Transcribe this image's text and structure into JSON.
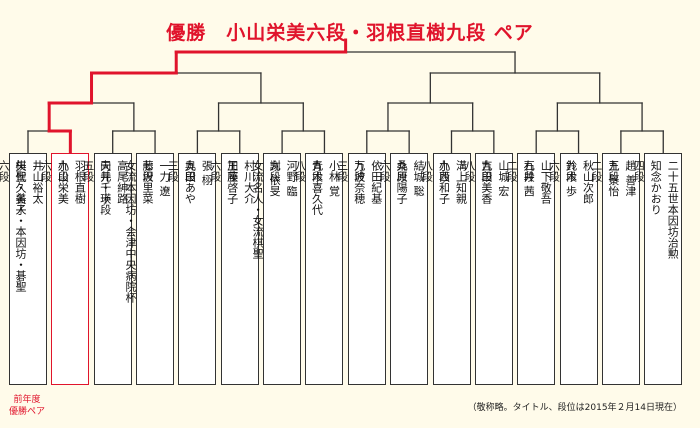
{
  "title": "優勝　小山栄美六段・羽根直樹九段 ペア",
  "previous_winner_note": [
    "前年度",
    "優勝ペア"
  ],
  "footnote": "（敬称略。タイトル、段位は2015年２月14日現在）",
  "colors": {
    "winner": "#e0142c",
    "line": "#333333",
    "background": "#fffbea"
  },
  "pairs": [
    {
      "winner": false,
      "players": [
        {
          "name": "井山裕太",
          "rank": "棋聖・名人・本因坊・碁聖"
        },
        {
          "name": "矢代久美子",
          "rank": "六段"
        }
      ]
    },
    {
      "winner": true,
      "players": [
        {
          "name": "羽根直樹",
          "rank": "九段"
        },
        {
          "name": "小山栄美",
          "rank": "六段"
        }
      ]
    },
    {
      "winner": false,
      "players": [
        {
          "name": "高尾紳路",
          "rank": "天元・十段"
        },
        {
          "name": "向井千瑛",
          "rank": "五段"
        }
      ]
    },
    {
      "winner": false,
      "players": [
        {
          "name": "一力 遼",
          "rank": "七段"
        },
        {
          "name": "藤沢里菜",
          "rank": "女流本因坊・会津中央病院杯"
        }
      ]
    },
    {
      "winner": false,
      "players": [
        {
          "name": "張 栩",
          "rank": "九段"
        },
        {
          "name": "奥田あや",
          "rank": "三段"
        }
      ]
    },
    {
      "winner": false,
      "players": [
        {
          "name": "村川大介",
          "rank": "王座"
        },
        {
          "name": "加藤啓子",
          "rank": "六段"
        }
      ]
    },
    {
      "winner": false,
      "players": [
        {
          "name": "河野 臨",
          "rank": "九段"
        },
        {
          "name": "謝 依旻",
          "rank": "女流名人・女流棋聖"
        }
      ]
    },
    {
      "winner": false,
      "players": [
        {
          "name": "小林 覚",
          "rank": "九段"
        },
        {
          "name": "青木喜久代",
          "rank": "八段"
        }
      ]
    },
    {
      "winner": false,
      "players": [
        {
          "name": "依田紀基",
          "rank": "九段"
        },
        {
          "name": "万波奈穂",
          "rank": "三段"
        }
      ]
    },
    {
      "winner": false,
      "players": [
        {
          "name": "結城 聡",
          "rank": "九段"
        },
        {
          "name": "桑原陽子",
          "rank": "六段"
        }
      ]
    },
    {
      "winner": false,
      "players": [
        {
          "name": "溝上知親",
          "rank": "九段"
        },
        {
          "name": "小西和子",
          "rank": "八段"
        }
      ]
    },
    {
      "winner": false,
      "players": [
        {
          "name": "山城 宏",
          "rank": "九段"
        },
        {
          "name": "吉田美香",
          "rank": "八段"
        }
      ]
    },
    {
      "winner": false,
      "players": [
        {
          "name": "山下敬吾",
          "rank": "九段"
        },
        {
          "name": "石井 茜",
          "rank": "二段"
        }
      ]
    },
    {
      "winner": false,
      "players": [
        {
          "name": "秋山次郎",
          "rank": "九段"
        },
        {
          "name": "鈴木 歩",
          "rank": "六段"
        }
      ]
    },
    {
      "winner": false,
      "players": [
        {
          "name": "趙 善津",
          "rank": "九段"
        },
        {
          "name": "王 景怡",
          "rank": "二段"
        }
      ]
    },
    {
      "winner": false,
      "players": [
        {
          "name": "二十五世本因坊治勲",
          "rank": ""
        },
        {
          "name": "知念かおり",
          "rank": "四段"
        }
      ]
    }
  ]
}
